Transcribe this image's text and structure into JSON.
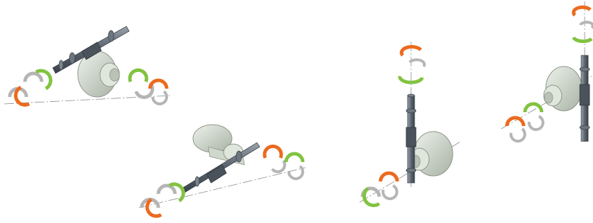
{
  "colors": {
    "background": "#ffffff",
    "orange": "#ec6a1e",
    "green": "#82c341",
    "gray": "#b5b5b5",
    "shaft": "#5d6670",
    "shaft_light": "#8e98a1",
    "disk": "#d4ddd0",
    "disk_face": "#e9efe6",
    "disk_shade": "#a8b2a4",
    "axis": "#8a8a8a"
  },
  "icons": {
    "rotation_arrow": "circular-rotation-arrow-icon",
    "shaft": "stepped-shaft-icon",
    "flange": "flange-disk-icon"
  },
  "views": [
    {
      "name": "assembly-view-1",
      "shaft_orientation": "horizontal",
      "arrow_sets": 2
    },
    {
      "name": "assembly-view-2",
      "shaft_orientation": "horizontal",
      "arrow_sets": 2
    },
    {
      "name": "assembly-view-3",
      "shaft_orientation": "vertical",
      "arrow_sets": 2
    },
    {
      "name": "assembly-view-4",
      "shaft_orientation": "vertical",
      "arrow_sets": 2
    }
  ]
}
